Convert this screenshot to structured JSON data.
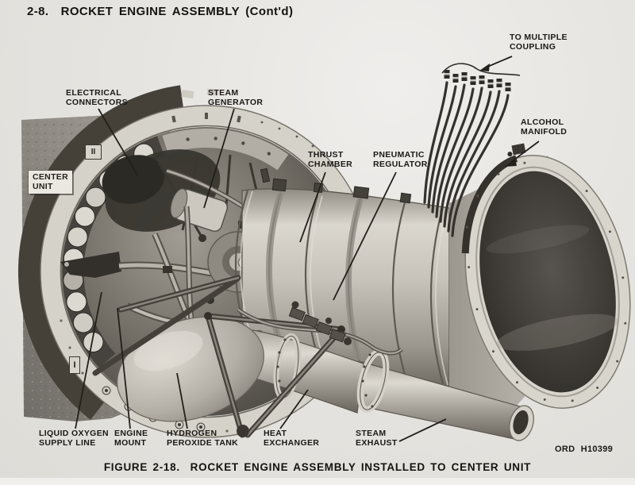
{
  "page": {
    "header": "2-8.  ROCKET ENGINE ASSEMBLY (Cont'd)",
    "figure_caption": "FIGURE 2-18.  ROCKET ENGINE ASSEMBLY INSTALLED TO CENTER UNIT",
    "ord_number": "ORD H10399"
  },
  "figure": {
    "description": "Cutaway photograph of rocket engine assembly installed to center unit",
    "callouts": {
      "to_multiple_coupling": {
        "line1": "TO MULTIPLE",
        "line2": "COUPLING"
      },
      "electrical_connectors": {
        "line1": "ELECTRICAL",
        "line2": "CONNECTORS"
      },
      "steam_generator": {
        "line1": "STEAM",
        "line2": "GENERATOR"
      },
      "thrust_chamber": {
        "line1": "THRUST",
        "line2": "CHAMBER"
      },
      "pneumatic_regulator": {
        "line1": "PNEUMATIC",
        "line2": "REGULATOR"
      },
      "alcohol_manifold": {
        "line1": "ALCOHOL",
        "line2": "MANIFOLD"
      },
      "center_unit": {
        "line1": "CENTER",
        "line2": "UNIT"
      },
      "liquid_oxygen_supply_line": {
        "line1": "LIQUID OXYGEN",
        "line2": "SUPPLY LINE"
      },
      "engine_mount": {
        "line1": "ENGINE",
        "line2": "MOUNT"
      },
      "hydrogen_peroxide_tank": {
        "line1": "HYDROGEN",
        "line2": "PEROXIDE TANK"
      },
      "heat_exchanger": {
        "line1": "HEAT",
        "line2": "EXCHANGER"
      },
      "steam_exhaust": {
        "line1": "STEAM",
        "line2": "EXHAUST"
      }
    },
    "station_markers": {
      "one": "I",
      "two": "II"
    },
    "colors": {
      "paper": "#e6e4e0",
      "ink": "#1b1815",
      "photo_backdrop": "#8a8680",
      "metal_light": "#d8d5cd",
      "metal_dark": "#55514b",
      "nozzle_interior": "#33312d"
    }
  }
}
